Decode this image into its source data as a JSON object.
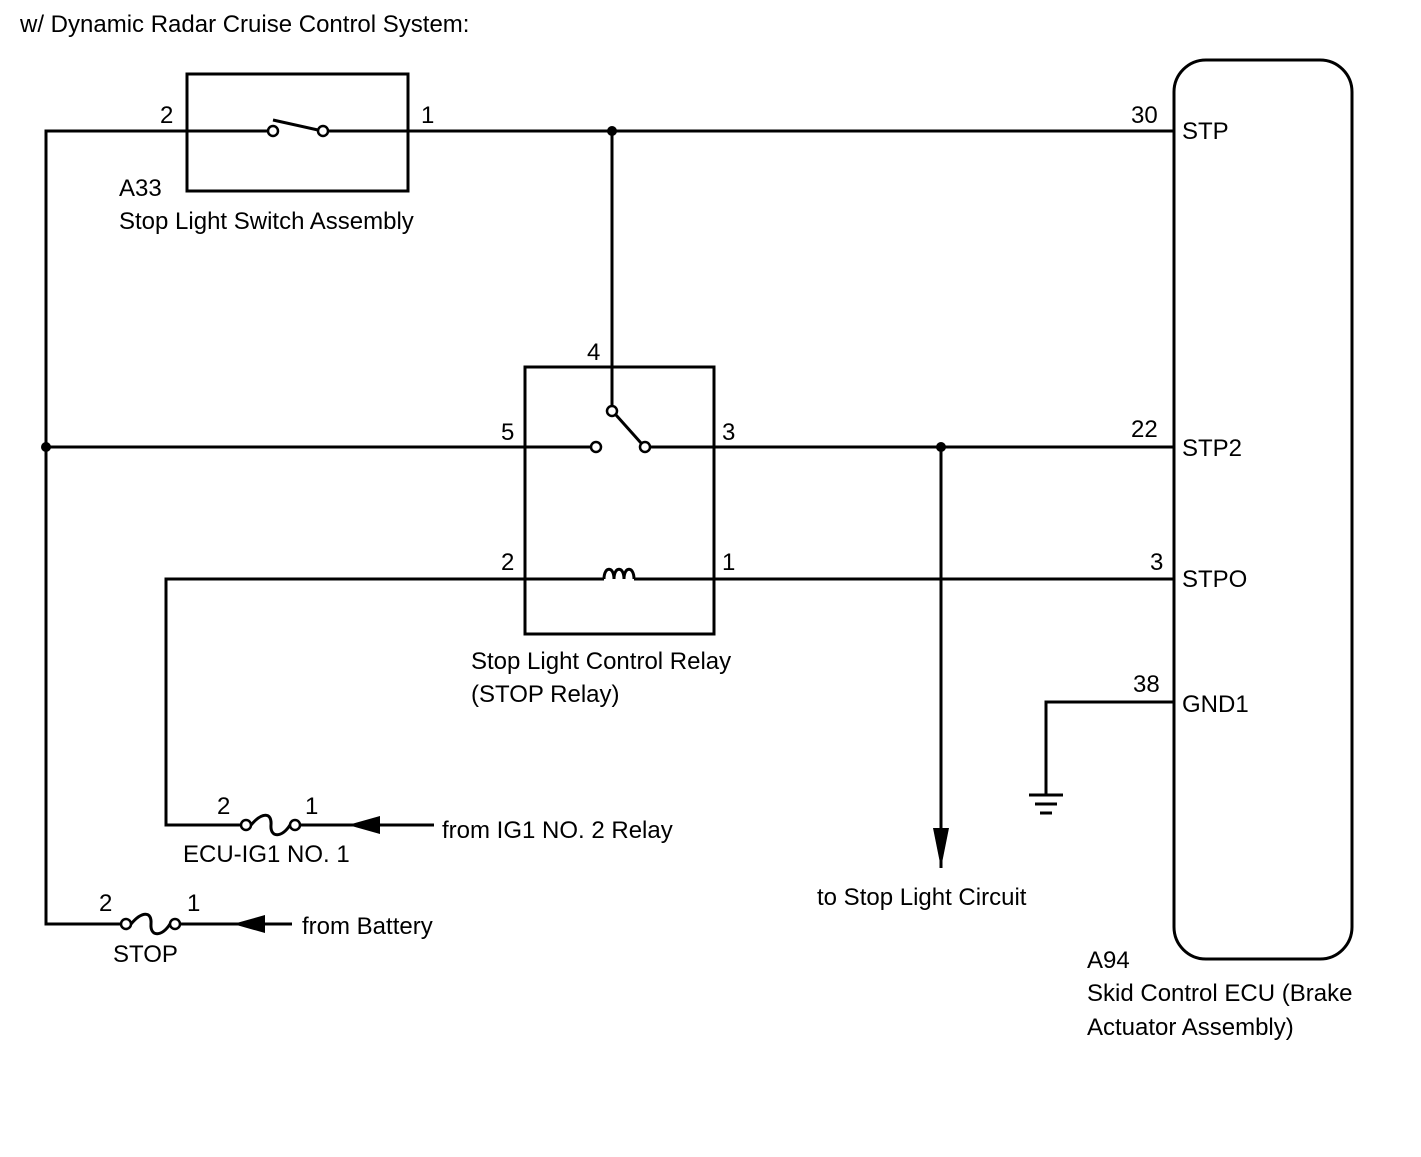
{
  "title": "w/ Dynamic Radar Cruise Control System:",
  "stop_light_switch": {
    "code": "A33",
    "name": "Stop Light Switch Assembly",
    "pins": {
      "left": "2",
      "right": "1"
    }
  },
  "relay": {
    "name_line1": "Stop Light Control Relay",
    "name_line2": "(STOP Relay)",
    "pins": {
      "top": "4",
      "switch_left": "5",
      "switch_right": "3",
      "coil_left": "2",
      "coil_right": "1"
    }
  },
  "ecu": {
    "code": "A94",
    "name_line1": "Skid Control ECU (Brake",
    "name_line2": "Actuator Assembly)",
    "terminals": [
      {
        "pin": "30",
        "name": "STP"
      },
      {
        "pin": "22",
        "name": "STP2"
      },
      {
        "pin": "3",
        "name": "STPO"
      },
      {
        "pin": "38",
        "name": "GND1"
      }
    ]
  },
  "fuse_ecu_ig1": {
    "name": "ECU-IG1 NO. 1",
    "pins": {
      "left": "2",
      "right": "1"
    },
    "source": "from IG1 NO. 2 Relay"
  },
  "fuse_stop": {
    "name": "STOP",
    "pins": {
      "left": "2",
      "right": "1"
    },
    "source": "from Battery"
  },
  "stop_light_circuit": "to Stop Light Circuit",
  "colors": {
    "line": "#000000",
    "background": "#ffffff"
  }
}
